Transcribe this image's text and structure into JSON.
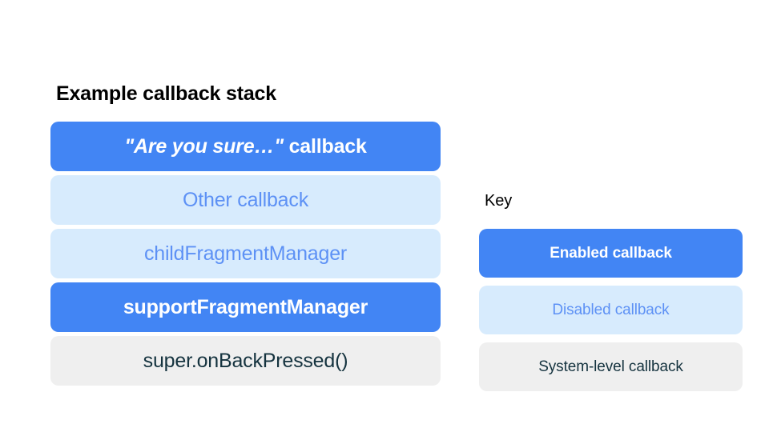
{
  "colors": {
    "background": "#FFFFFF",
    "enabled_bg": "#4285F4",
    "enabled_text": "#FFFFFF",
    "disabled_bg": "#D7EBFD",
    "disabled_text": "#5D91F5",
    "system_bg": "#EFEFEF",
    "system_text": "#15333F",
    "title_text": "#000000"
  },
  "stack": {
    "title": "Example callback stack",
    "rows": [
      {
        "label": "\"Are you sure…\" callback",
        "quoted_part": "\"Are you sure…\"",
        "plain_part": " callback",
        "state": "enabled"
      },
      {
        "label": "Other callback",
        "state": "disabled"
      },
      {
        "label": "childFragmentManager",
        "state": "disabled"
      },
      {
        "label": "supportFragmentManager",
        "state": "enabled"
      },
      {
        "label": "super.onBackPressed()",
        "state": "system"
      }
    ]
  },
  "key": {
    "title": "Key",
    "items": [
      {
        "label": "Enabled callback",
        "state": "enabled"
      },
      {
        "label": "Disabled callback",
        "state": "disabled"
      },
      {
        "label": "System-level callback",
        "state": "system"
      }
    ]
  }
}
